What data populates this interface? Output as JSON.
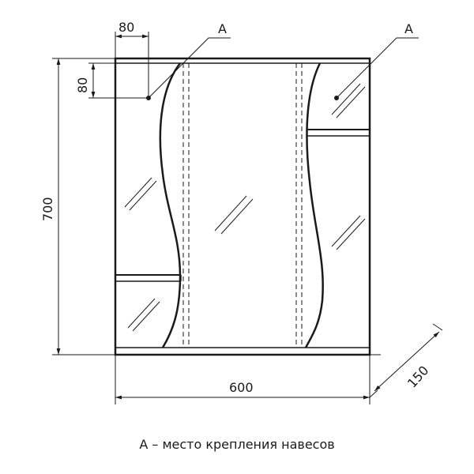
{
  "dimensions": {
    "height": "700",
    "width": "600",
    "depth": "150",
    "mount_offset_x": "80",
    "mount_offset_y": "80"
  },
  "labels": {
    "mount_point_left": "A",
    "mount_point_right": "A"
  },
  "caption": "А – место крепления навесов"
}
